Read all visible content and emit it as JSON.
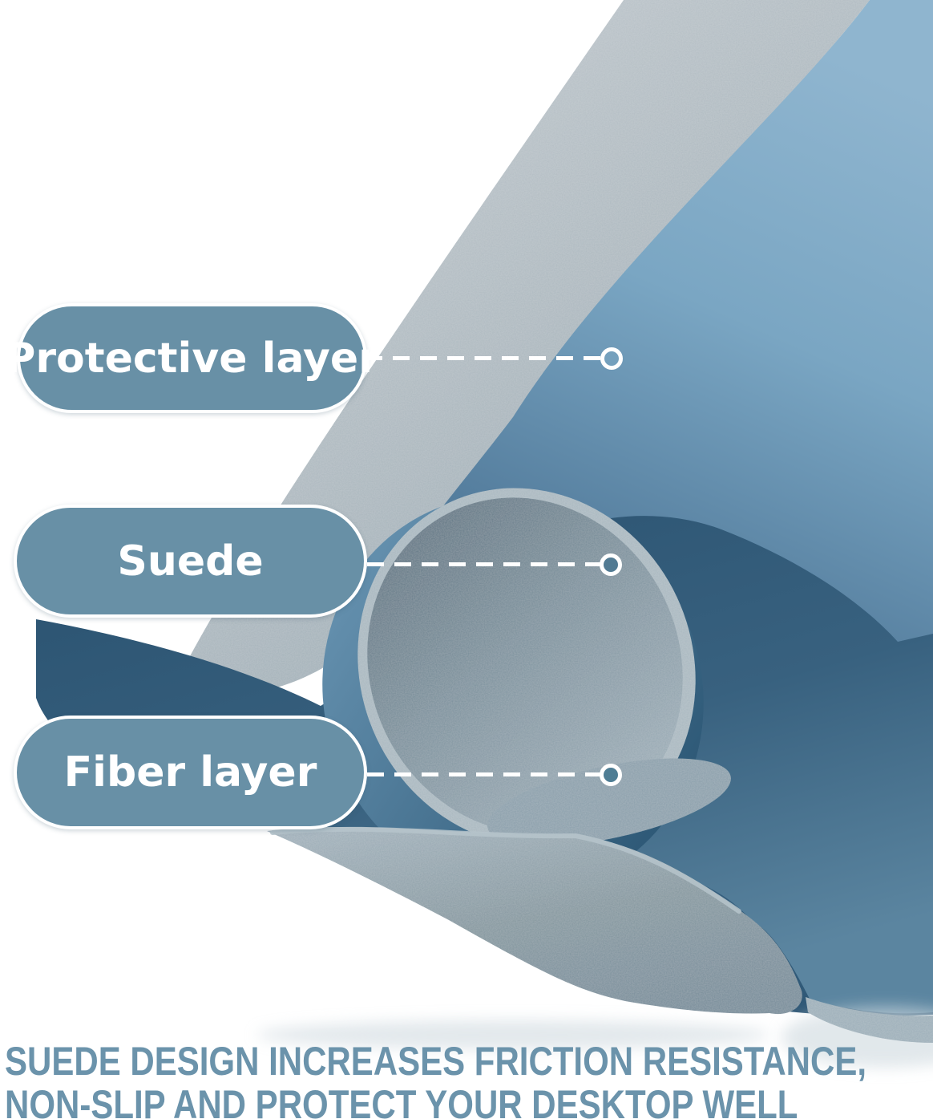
{
  "callouts": [
    {
      "label": "Protective layer"
    },
    {
      "label": "Suede"
    },
    {
      "label": "Fiber layer"
    }
  ],
  "caption": {
    "line1": "SUEDE DESIGN INCREASES FRICTION RESISTANCE,",
    "line2": "NON-SLIP AND PROTECT YOUR DESKTOP WELL"
  },
  "colors": {
    "pill_background": "#6890a6",
    "pill_border": "#ffffff",
    "pill_text": "#ffffff",
    "leader_line": "#ffffff",
    "caption_text": "#6b93ab",
    "leather_blue_light": "#8fb5cf",
    "leather_blue_dark": "#294f6c",
    "suede_gray_light": "#c2c9cd",
    "suede_gray_dark": "#7c919e",
    "mat_shadow_navy": "#2a5270",
    "background": "#ffffff"
  }
}
